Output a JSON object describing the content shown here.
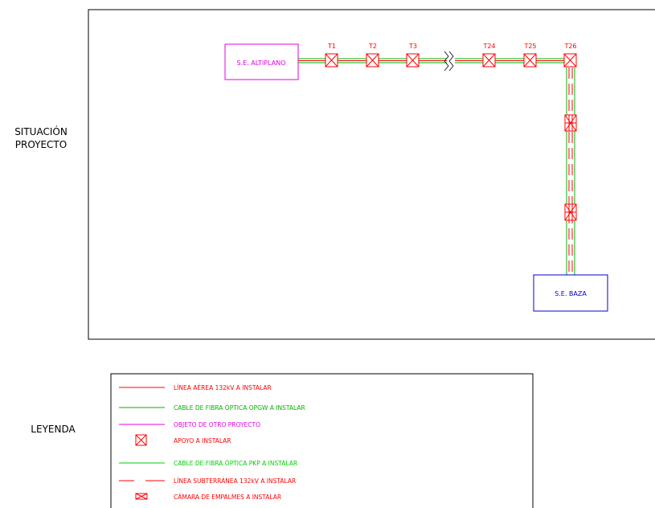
{
  "section_labels": {
    "situacion_line1": "SITUACIÓN",
    "situacion_line2": "PROYECTO",
    "leyenda": "LEYENDA"
  },
  "substations": {
    "altiplano": "S.E. ALTIPLANO",
    "baza": "S.E. BAZA"
  },
  "towers": [
    "T1",
    "T2",
    "T3",
    "T24",
    "T25",
    "T26"
  ],
  "legend": [
    {
      "key": "aerea",
      "text": "LÍNEA AÉREA 132kV A INSTALAR"
    },
    {
      "key": "opgw",
      "text": "CABLE DE FIBRA ÓPTICA OPGW A INSTALAR"
    },
    {
      "key": "otro",
      "text": "OBJETO DE OTRO PROYECTO"
    },
    {
      "key": "apoyo",
      "text": "APOYO A INSTALAR"
    },
    {
      "key": "pkp",
      "text": "CABLE DE FIBRA ÓPTICA PKP A INSTALAR"
    },
    {
      "key": "subterranea",
      "text": "LÍNEA SUBTERRÁNEA 132kV A INSTALAR"
    },
    {
      "key": "camara",
      "text": "CÁMARA DE EMPALMES A INSTALAR"
    }
  ],
  "colors": {
    "red": "#ff0000",
    "green": "#00b400",
    "magenta": "#e000e0",
    "blue": "#0000d0",
    "frame": "#000000"
  }
}
